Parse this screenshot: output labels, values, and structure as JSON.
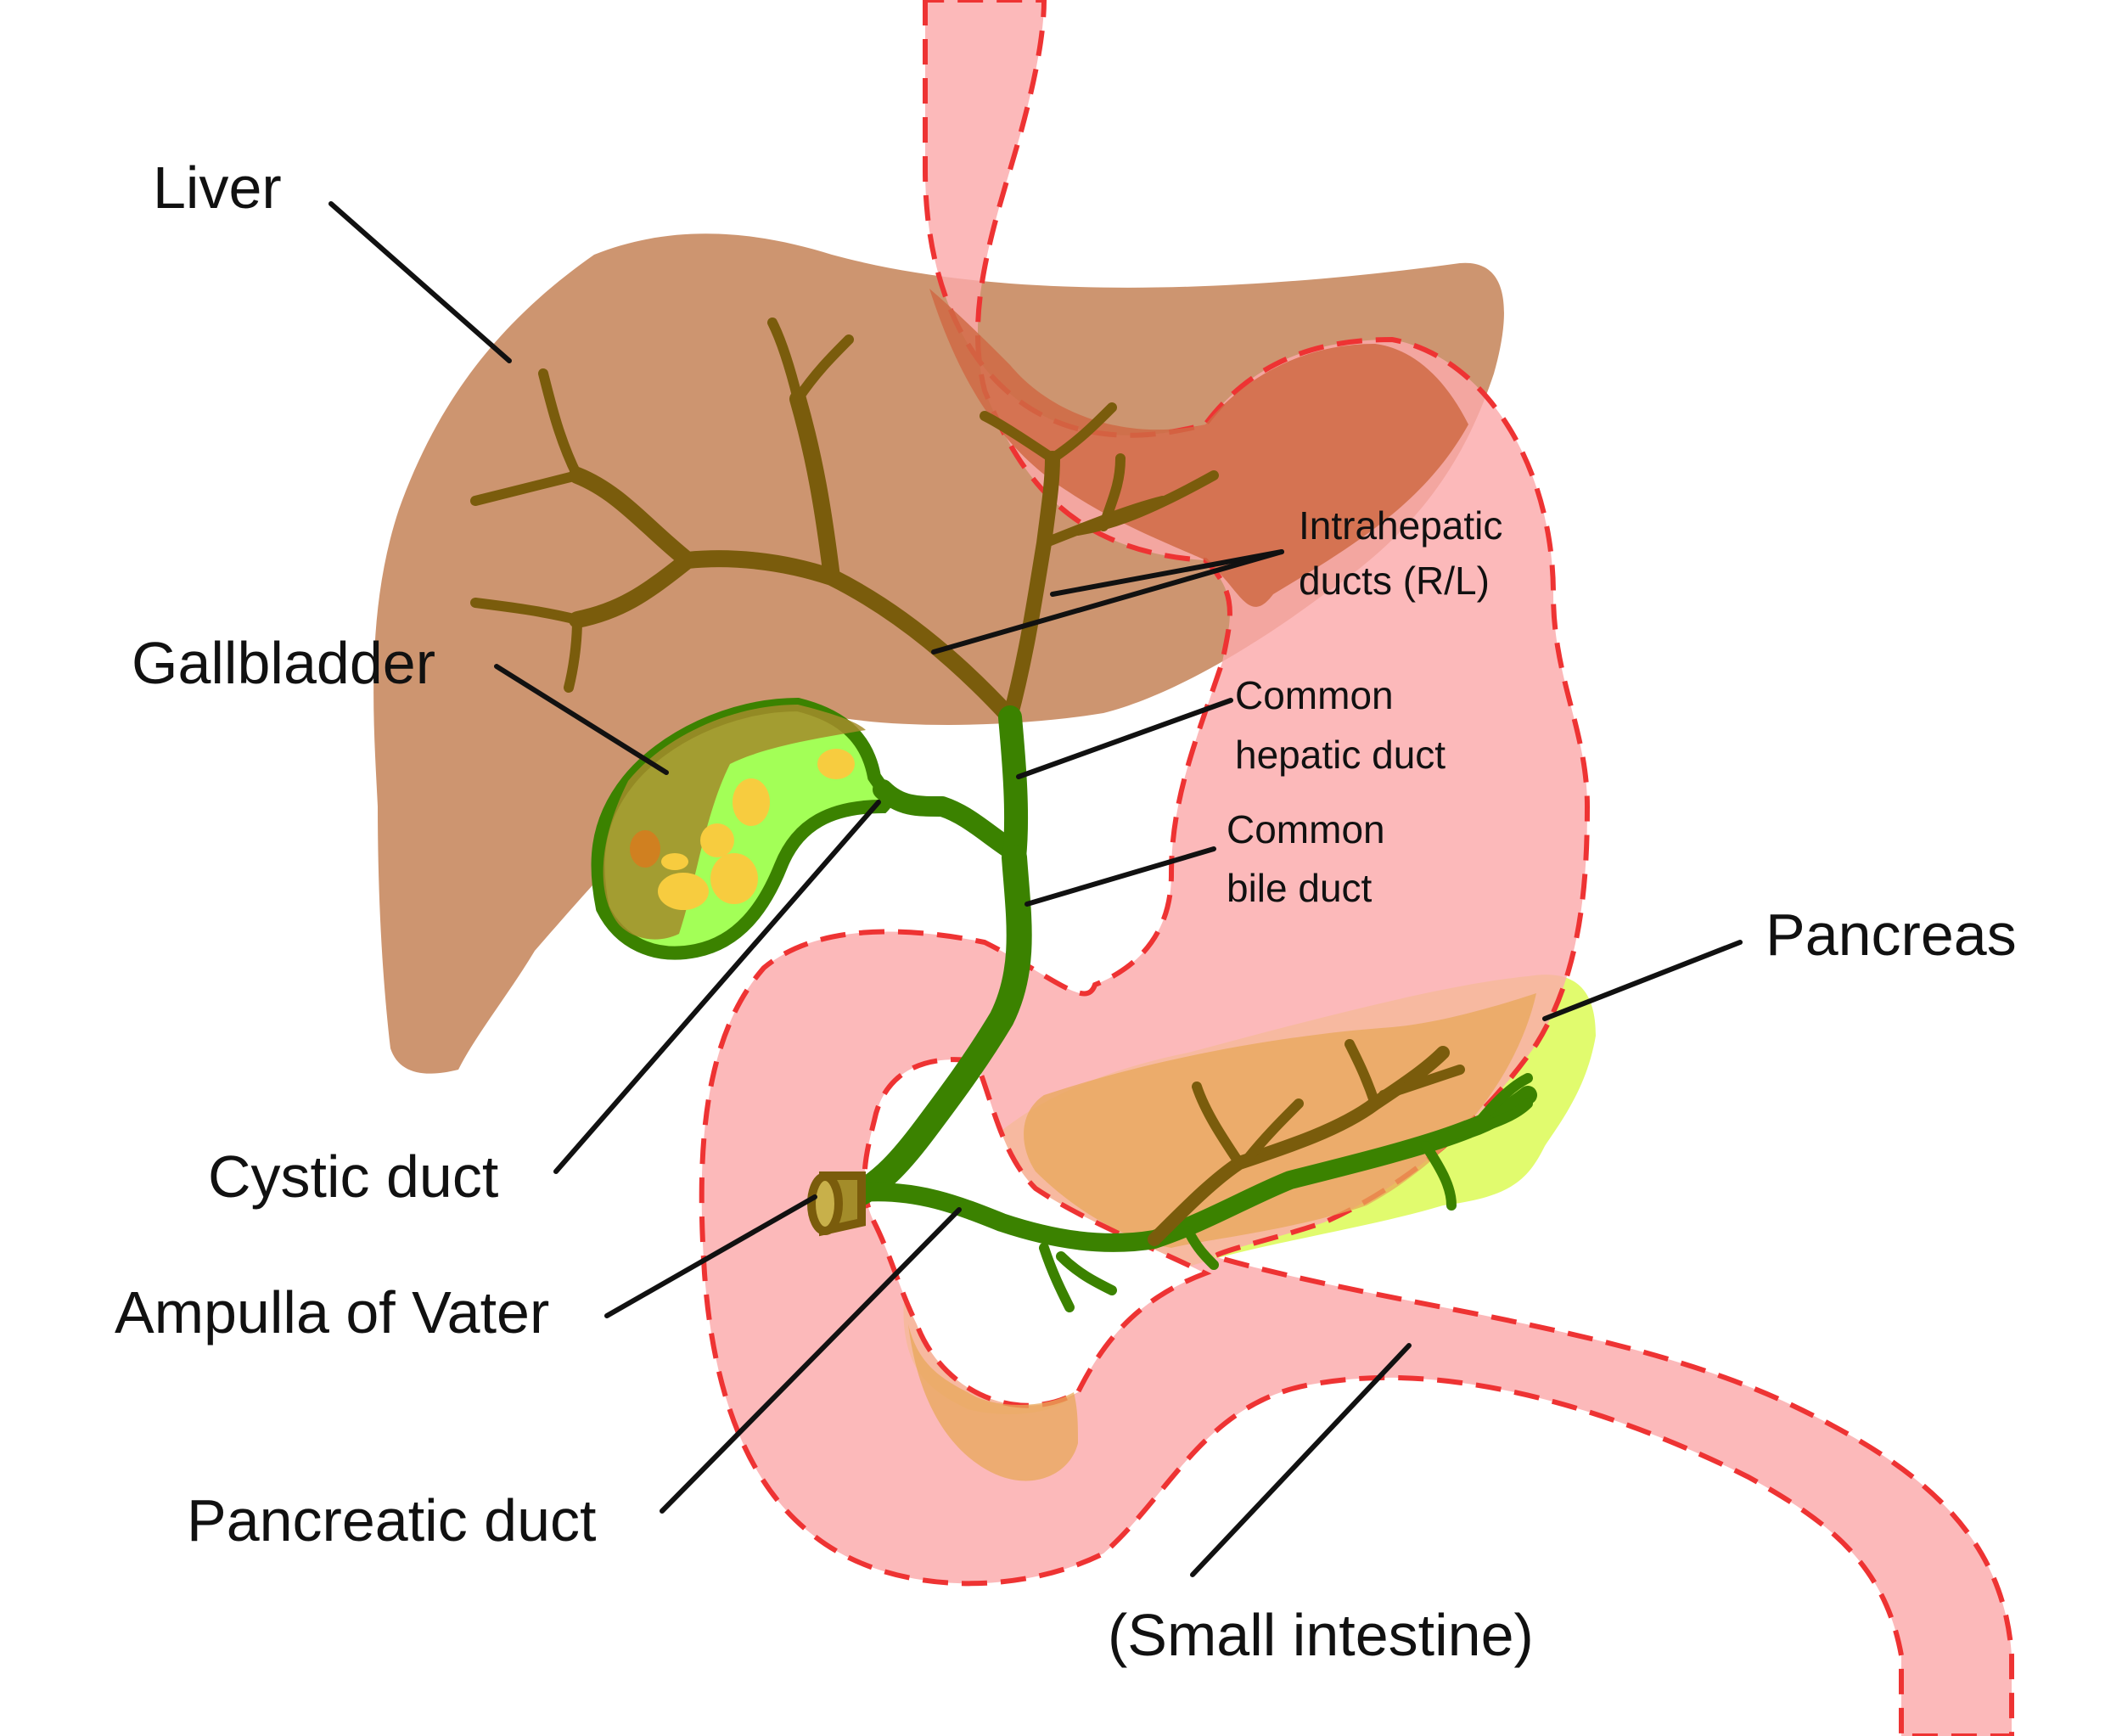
{
  "labels": {
    "liver": "Liver",
    "gallbladder": "Gallbladder",
    "cystic_duct": "Cystic duct",
    "ampulla": "Ampulla of Vater",
    "pancreatic_duct": "Pancreatic duct",
    "intrahepatic_1": "Intrahepatic",
    "intrahepatic_2": "ducts (R/L)",
    "common_hepatic_1": "Common",
    "common_hepatic_2": "hepatic duct",
    "common_bile_1": "Common",
    "common_bile_2": "bile duct",
    "pancreas": "Pancreas",
    "small_intestine": "(Small intestine)"
  },
  "colors": {
    "liver": "#cd9570",
    "stomach": "#fba9ab",
    "stomach_dash": "#ee3333",
    "pancreas": "#e1fb6e",
    "gallbladder": "#a3ff57",
    "gallstones": "#f7cc3f",
    "duct_green": "#3b8200",
    "duct_brown": "#7a5c0c"
  }
}
